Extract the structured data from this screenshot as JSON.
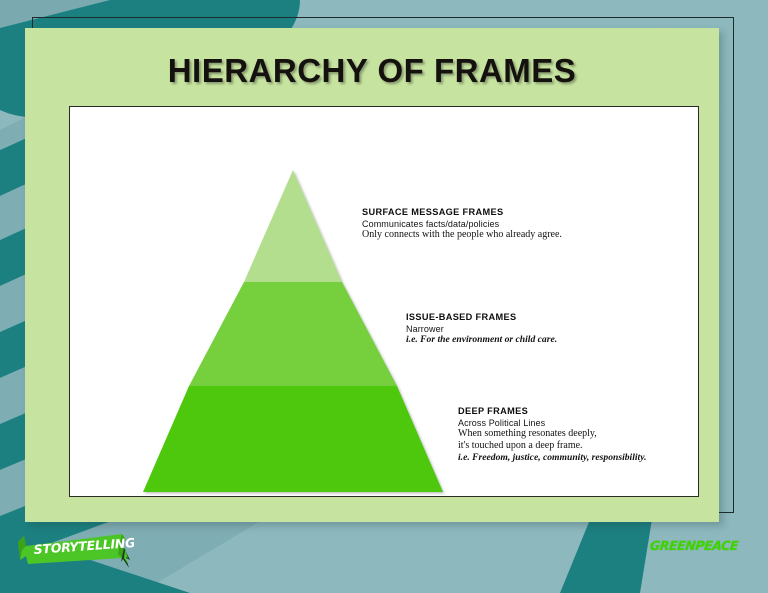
{
  "slide": {
    "title": "HIERARCHY OF FRAMES"
  },
  "pyramid": {
    "tiers": [
      {
        "id": "surface",
        "heading": "SURFACE MESSAGE FRAMES",
        "lines": [
          "Communicates facts/data/policies",
          "Only connects with the people who already agree."
        ],
        "color": "#b3de8e"
      },
      {
        "id": "issue",
        "heading": "ISSUE-BASED FRAMES",
        "lines": [
          "Narrower",
          "i.e. For the environment or child care."
        ],
        "color": "#76cf3e"
      },
      {
        "id": "deep",
        "heading": "DEEP FRAMES",
        "lines": [
          "Across Political Lines",
          "When something resonates deeply,",
          "it's touched upon a deep frame.",
          "i.e. Freedom, justice, community, responsibility."
        ],
        "color": "#4ec810"
      }
    ]
  },
  "logos": {
    "storytelling": "STORYTELLING",
    "greenpeace": "GREENPEACE"
  },
  "colors": {
    "card_green": "#c7e3a0",
    "background_teal_dark": "#1d8080",
    "background_teal_light": "#8db8bd",
    "tier_light": "#b3de8e",
    "tier_mid": "#76cf3e",
    "tier_deep": "#4ec810",
    "logo_green": "#3ed400",
    "frame_dark": "#1d2b2b"
  }
}
